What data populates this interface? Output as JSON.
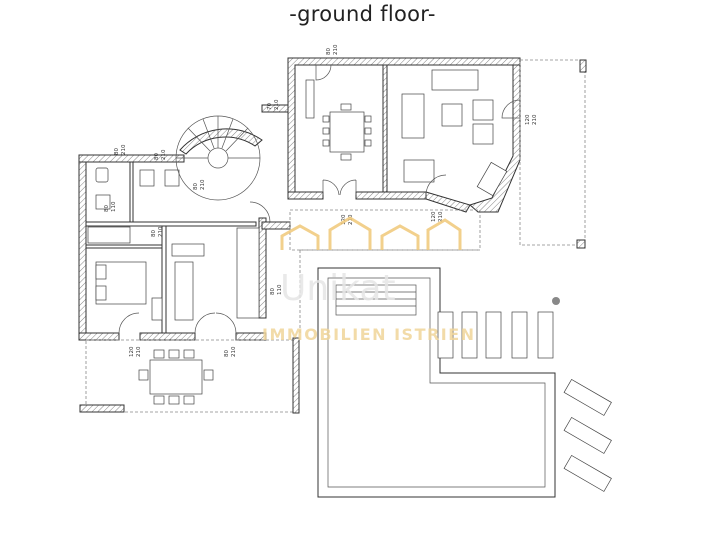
{
  "title": "-ground floor-",
  "watermark": {
    "name": "Unikat",
    "tagline": "IMMOBILIEN ISTRIEN",
    "logo_color": "#f0c878"
  },
  "dimensions": {
    "d1": "80",
    "d1b": "210",
    "d2": "70",
    "d2b": "210",
    "d3": "80",
    "d3b": "210",
    "d4": "80",
    "d4b": "210",
    "d5": "80",
    "d5b": "210",
    "d6": "120",
    "d6b": "210",
    "d7": "120",
    "d7b": "210",
    "d8": "120",
    "d8b": "210",
    "d9": "80",
    "d9b": "210",
    "d10": "120",
    "d10b": "210",
    "d11": "80",
    "d11b": "110",
    "d12": "80",
    "d12b": "110",
    "d13": "80",
    "d13b": "210"
  }
}
